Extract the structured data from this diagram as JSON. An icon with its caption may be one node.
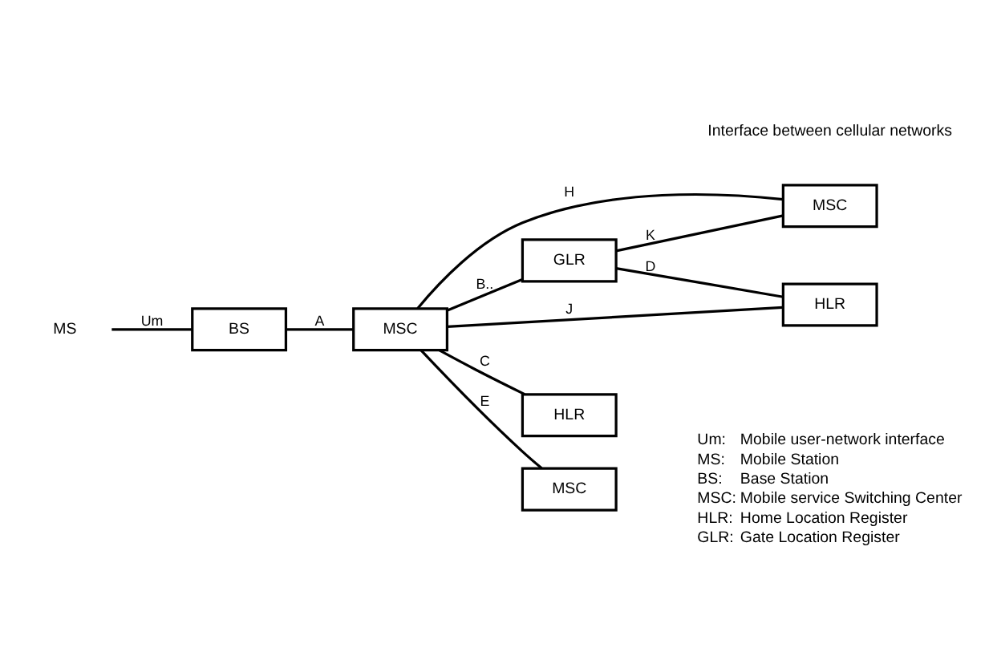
{
  "diagram": {
    "nodes": [
      {
        "text": [
          "MS"
        ]
      },
      {
        "text": [
          "BS"
        ]
      },
      {
        "text": [
          "MSC"
        ]
      },
      {
        "text": [
          "GLR"
        ]
      },
      {
        "text": [
          "HLR"
        ]
      },
      {
        "text": [
          "MSC"
        ]
      },
      {
        "text": [
          "HLR"
        ]
      },
      {
        "text": [
          "MSC"
        ]
      }
    ],
    "edges": [
      {
        "from": 0,
        "to": 1,
        "arrow": "none",
        "label": "Um"
      },
      {
        "from": 1,
        "to": 2,
        "arrow": "none",
        "label": "A"
      },
      {
        "from": 2,
        "to": 3,
        "arrow": "none",
        "label": "B.."
      },
      {
        "from": 2,
        "to": 6,
        "arrow": "none",
        "label": "C"
      },
      {
        "from": 2,
        "to": 7,
        "arrow": "none",
        "label": "E"
      },
      {
        "from": 3,
        "to": 4,
        "arrow": "none",
        "label": "D"
      },
      {
        "from": 2,
        "to": 4,
        "arrow": "none",
        "label": "J"
      },
      {
        "from": 3,
        "to": 5,
        "arrow": "none",
        "label": "K"
      },
      {
        "from": 2,
        "to": 5,
        "arrow": "none",
        "label": "H"
      }
    ],
    "labels": [
      "Interface between cellular networks",
      "Um:",
      "Mobile user-network interface",
      "MS:",
      "Mobile Station",
      "BS:",
      "Base Station",
      "MSC:",
      "Mobile service Switching Center",
      "HLR:",
      "Home Location Register",
      "GLR:",
      "Gate Location Register"
    ]
  }
}
